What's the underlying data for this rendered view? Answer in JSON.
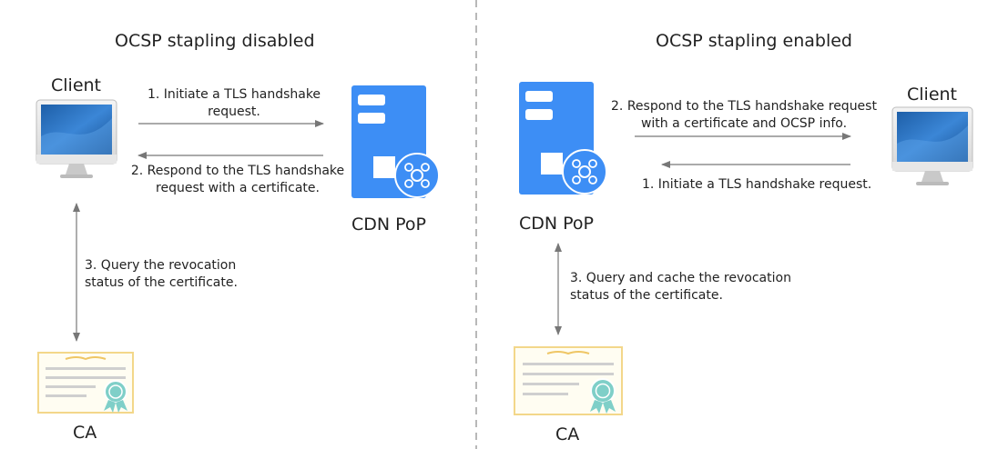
{
  "left": {
    "title": "OCSP stapling disabled",
    "client_label": "Client",
    "cdn_label": "CDN PoP",
    "ca_label": "CA",
    "step1": [
      "1. Initiate a TLS handshake",
      "request."
    ],
    "step2": [
      "2. Respond to the TLS handshake",
      "request with a certificate."
    ],
    "step3": [
      "3. Query the revocation",
      "status of the certificate."
    ]
  },
  "right": {
    "title": "OCSP stapling enabled",
    "client_label": "Client",
    "cdn_label": "CDN PoP",
    "ca_label": "CA",
    "step2": [
      "2. Respond to the TLS handshake request",
      "with a certificate and OCSP info."
    ],
    "step1": [
      "1. Initiate a TLS handshake request."
    ],
    "step3": [
      "3. Query and cache the revocation",
      "status of the certificate."
    ]
  },
  "colors": {
    "server_blue": "#3d8ef5",
    "arrow_gray": "#777777",
    "divider": "#888888",
    "cert_border": "#f3d78a",
    "cert_bg": "#fffdf2",
    "seal": "#7fcfc8"
  },
  "icons": {
    "client": "monitor-icon",
    "cdn": "server-icon",
    "ca": "certificate-icon"
  }
}
